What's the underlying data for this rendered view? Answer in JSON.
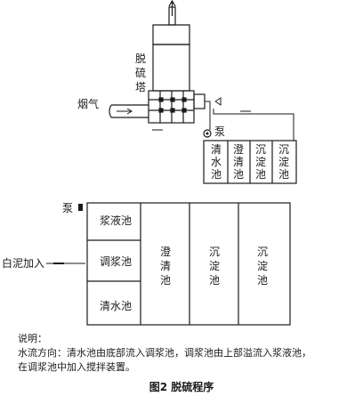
{
  "top": {
    "tower_label": [
      "脱",
      "硫",
      "塔"
    ],
    "flue_gas_label": "烟气",
    "pump_label": "泵",
    "small_tanks": [
      [
        "清",
        "水",
        "池"
      ],
      [
        "澄",
        "清",
        "池"
      ],
      [
        "沉",
        "淀",
        "池"
      ],
      [
        "沉",
        "淀",
        "池"
      ]
    ]
  },
  "bottom": {
    "pump_label": "泵",
    "slurry_tank": "浆液池",
    "mixing_tank": "调浆池",
    "clear_water_tank": "清水池",
    "clarifier": [
      "澄",
      "清",
      "池"
    ],
    "settling_1": [
      "沉",
      "淀",
      "池"
    ],
    "settling_2": [
      "沉",
      "淀",
      "池"
    ],
    "lime_inlet": "白泥加入"
  },
  "notes": {
    "heading": "说明：",
    "line1": "水流方向：清水池由底部流入调浆池，调浆池由上部溢流入浆液池，",
    "line2": "在调浆池中加入搅拌装置。"
  },
  "caption": "图2  脱硫程序"
}
